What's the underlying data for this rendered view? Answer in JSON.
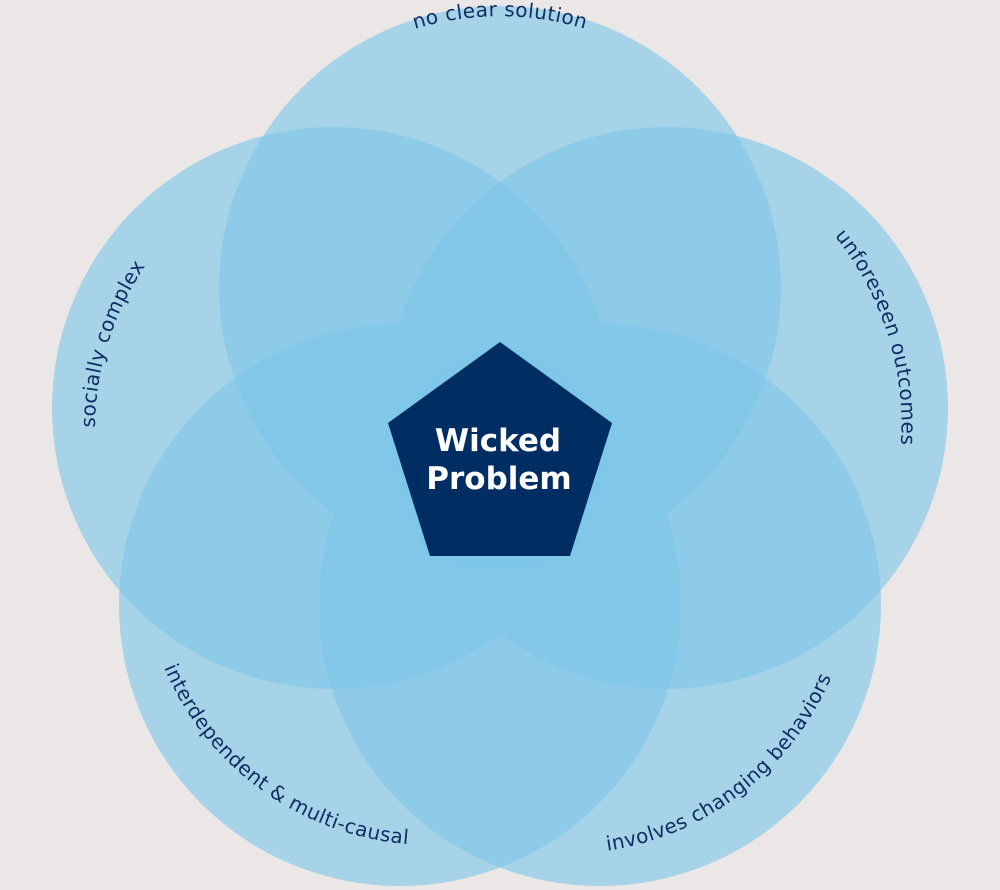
{
  "diagram": {
    "center_label_lines": [
      "Wicked",
      "Problem"
    ],
    "petals": [
      {
        "id": "top",
        "label": "no clear solution"
      },
      {
        "id": "right",
        "label": "unforeseen outcomes"
      },
      {
        "id": "bottom-right",
        "label": "involves changing behaviors"
      },
      {
        "id": "bottom-left",
        "label": "interdependent & multi-causal"
      },
      {
        "id": "left",
        "label": "socially complex"
      }
    ],
    "colors": {
      "background": "#ebe7e6",
      "petal_fill": "#7ec6e9",
      "center_fill": "#002d62",
      "label_text": "#0d2f63",
      "center_text": "#ffffff"
    }
  }
}
